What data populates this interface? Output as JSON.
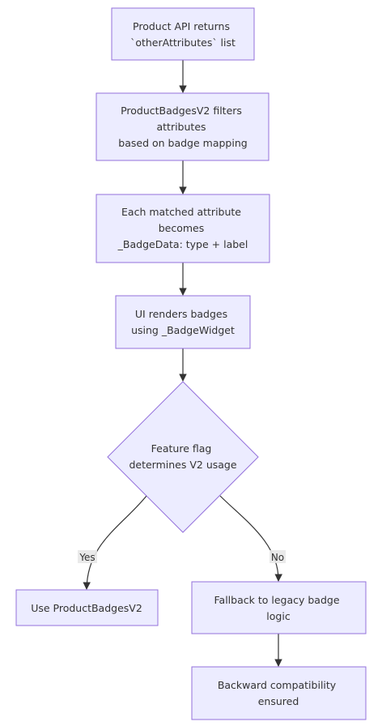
{
  "nodes": {
    "api": {
      "lines": [
        "Product API returns",
        "`otherAttributes` list"
      ]
    },
    "filter": {
      "lines": [
        "ProductBadgesV2 filters",
        "attributes",
        "based on badge mapping"
      ]
    },
    "badge_data": {
      "lines": [
        "Each matched attribute",
        "becomes",
        "_BadgeData: type + label"
      ]
    },
    "render": {
      "lines": [
        "UI renders badges",
        "using _BadgeWidget"
      ]
    },
    "flag": {
      "lines": [
        "Feature flag",
        "determines V2 usage"
      ]
    },
    "use_v2": {
      "lines": [
        "Use ProductBadgesV2"
      ]
    },
    "fallback": {
      "lines": [
        "Fallback to legacy badge",
        "logic"
      ]
    },
    "compat": {
      "lines": [
        "Backward compatibility",
        "ensured"
      ]
    }
  },
  "edges": {
    "yes_label": "Yes",
    "no_label": "No"
  },
  "colors": {
    "node_fill": "#ECECFF",
    "node_stroke": "#9370DB",
    "line": "#333333",
    "label_bg": "#e8e8e8"
  }
}
